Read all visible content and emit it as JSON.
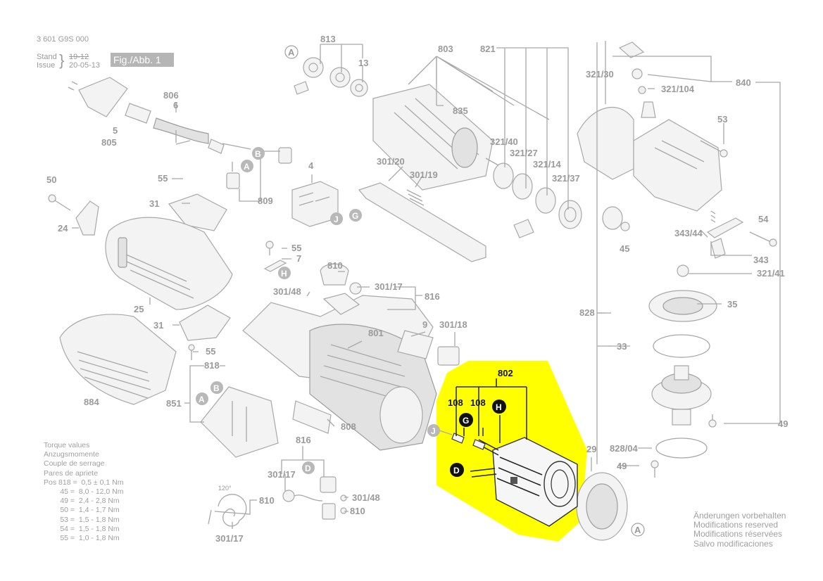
{
  "header": {
    "doc_number": "3 601 G9S 000",
    "stand_label": "Stand",
    "issue_label": "Issue",
    "stand_value": "19-12",
    "issue_value": "20-05-13",
    "figure_tag": "Fig./Abb. 1"
  },
  "highlight": {
    "color": "#ffff00",
    "group_label": "802",
    "sub_labels": [
      "108",
      "108"
    ],
    "markers": [
      "H",
      "G",
      "D"
    ]
  },
  "callouts": {
    "c813": "813",
    "c803": "803",
    "c821": "821",
    "c13": "13",
    "c835": "835",
    "c321_30": "321/30",
    "c321_104": "321/104",
    "c840": "840",
    "c53": "53",
    "c321_40": "321/40",
    "c321_27": "321/27",
    "c321_14": "321/14",
    "c321_37": "321/37",
    "c806": "806",
    "c6": "6",
    "c5": "5",
    "c805": "805",
    "c50": "50",
    "c55a": "55",
    "c31a": "31",
    "c24": "24",
    "c809": "809",
    "c4": "4",
    "c301_20": "301/20",
    "c301_19": "301/19",
    "c54": "54",
    "c343_44": "343/44",
    "c343": "343",
    "c45": "45",
    "c321_41": "321/41",
    "c55b": "55",
    "c7": "7",
    "c810a": "810",
    "c301_48a": "301/48",
    "c301_17a": "301/17",
    "c816a": "816",
    "c25": "25",
    "c31b": "31",
    "c55c": "55",
    "c801": "801",
    "c9": "9",
    "c301_18": "301/18",
    "c828": "828",
    "c35": "35",
    "c33": "33",
    "c818": "818",
    "c884": "884",
    "c851": "851",
    "c808": "808",
    "c49a": "49",
    "c29": "29",
    "c828_04": "828/04",
    "c49b": "49",
    "c816b": "816",
    "c301_17b": "301/17",
    "c301_48b": "301/48",
    "c810b": "810",
    "c810c": "810",
    "c120": "120°",
    "c301_17c": "301/17"
  },
  "markers": {
    "A1": "A",
    "A2": "A",
    "A3": "A",
    "A4": "A",
    "B1": "B",
    "B2": "B",
    "G1": "G",
    "J1": "J",
    "J2": "J",
    "H1": "H",
    "D1": "D"
  },
  "torque": {
    "lines": [
      "Torque values",
      "Anzugsmomente",
      "Couple de serrage",
      "Pares de apriete"
    ],
    "rows": [
      "Pos 818 =  0,5 ± 0,1 Nm",
      "        45 =  8,0 - 12,0 Nm",
      "        49 =  2,4 - 2,8 Nm",
      "        50 =  1,4 - 1,7 Nm",
      "        53 =  1,5 - 1,8 Nm",
      "        54 =  1,5 - 1,8 Nm",
      "        55 =  1,0 - 1,8 Nm"
    ]
  },
  "notes": [
    "Änderungen vorbehalten",
    "Modifications reserved",
    "Modifications réservées",
    "Salvo modificaciones"
  ]
}
